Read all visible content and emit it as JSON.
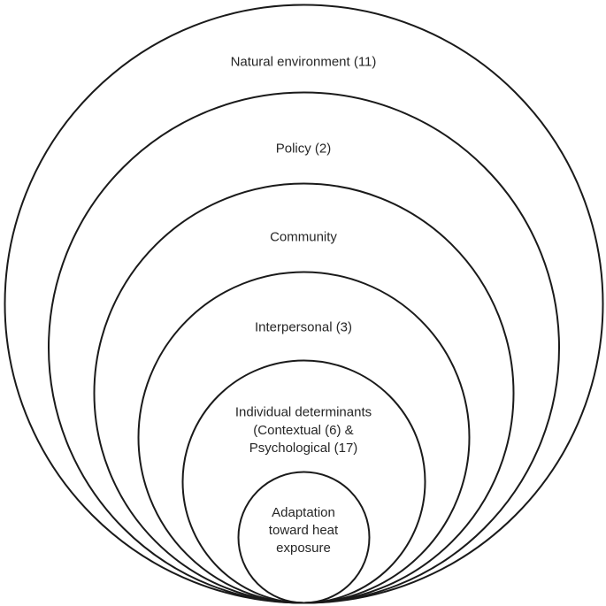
{
  "figure": {
    "background": "#ffffff",
    "circle_stroke_color": "#1a1a1a",
    "text_color": "#262626",
    "rings": [
      {
        "name": "natural-environment",
        "label": "Natural environment (11)"
      },
      {
        "name": "policy",
        "label": "Policy (2)"
      },
      {
        "name": "community",
        "label": "Community"
      },
      {
        "name": "interpersonal",
        "label": "Interpersonal (3)"
      },
      {
        "name": "individual-determinants",
        "label": "Individual determinants",
        "sublabel_lines": [
          "(Contextual (6) &",
          "Psychological (17)"
        ]
      },
      {
        "name": "adaptation-toward-heat-exposure",
        "label_lines": [
          "Adaptation",
          "toward heat",
          "exposure"
        ]
      }
    ]
  }
}
